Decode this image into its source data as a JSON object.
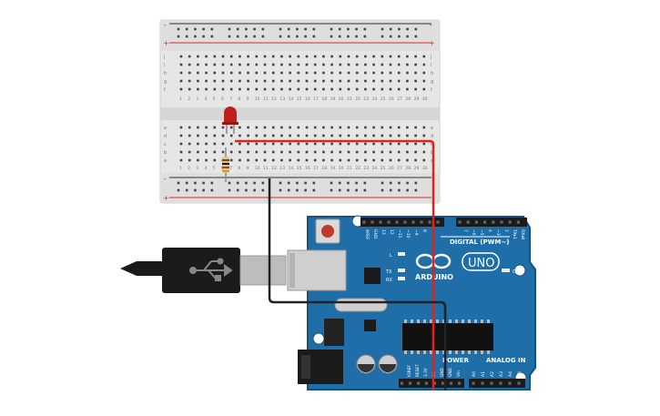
{
  "breadboard": {
    "columns": 30,
    "upper_rows": [
      "j",
      "i",
      "h",
      "g",
      "f"
    ],
    "lower_rows": [
      "e",
      "d",
      "c",
      "b",
      "a"
    ],
    "rail_plus": "+",
    "rail_minus": "-",
    "col_numbers": [
      "1",
      "2",
      "3",
      "4",
      "5",
      "6",
      "7",
      "8",
      "9",
      "10",
      "11",
      "12",
      "13",
      "14",
      "15",
      "16",
      "17",
      "18",
      "19",
      "20",
      "21",
      "22",
      "23",
      "24",
      "25",
      "26",
      "27",
      "28",
      "29",
      "30"
    ]
  },
  "arduino": {
    "logo_name": "ARDUINO",
    "model": "UNO",
    "digital_label": "DIGITAL (PWM~)",
    "power_label": "POWER",
    "analog_label": "ANALOG IN",
    "on_label": "ON",
    "led_l": "L",
    "led_tx": "TX",
    "led_rx": "RX",
    "header_top_pins": [
      "AREF",
      "GND",
      "13",
      "12",
      "~11",
      "~10",
      "~9",
      "8",
      "",
      "7",
      "~6",
      "~5",
      "4",
      "~3",
      "2",
      "TX▸1",
      "RX◂0"
    ],
    "header_power_pins": [
      "IOREF",
      "RESET",
      "3.3V",
      "5V",
      "GND",
      "GND",
      "Vin"
    ],
    "header_analog_pins": [
      "A0",
      "A1",
      "A2",
      "A3",
      "A4",
      "A5"
    ]
  },
  "colors": {
    "board": "#1f6ea8",
    "board_edge": "#15527f",
    "breadboard": "#e8e8e8",
    "rail_red": "#d22f2f",
    "wire_red": "#e2231a",
    "wire_black": "#222222",
    "led_red": "#c0201a"
  },
  "icons": {
    "usb": "usb-icon",
    "reset": "reset-button-icon"
  }
}
